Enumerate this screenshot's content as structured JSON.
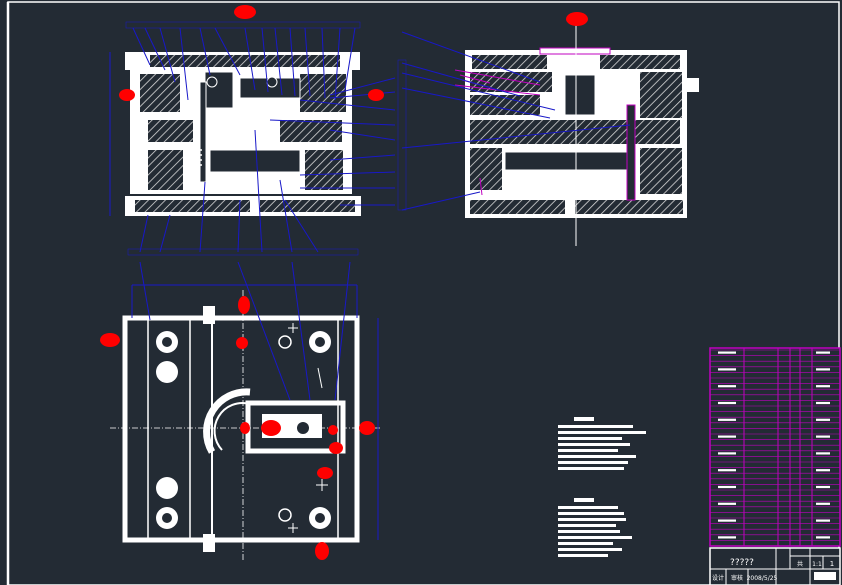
{
  "colors": {
    "canvas": "#232b34",
    "frame": "#ffffff",
    "part": "#ffffff",
    "dimension": "#1818c8",
    "table": "#c000c0",
    "marker": "#ff0000"
  },
  "title_block": {
    "drawing_name": "?????",
    "date": "2008/5/25",
    "designer_label": "设计",
    "approver_label": "审核",
    "sheet_total": "1",
    "sheet_label": "共",
    "scale": "1:1"
  }
}
